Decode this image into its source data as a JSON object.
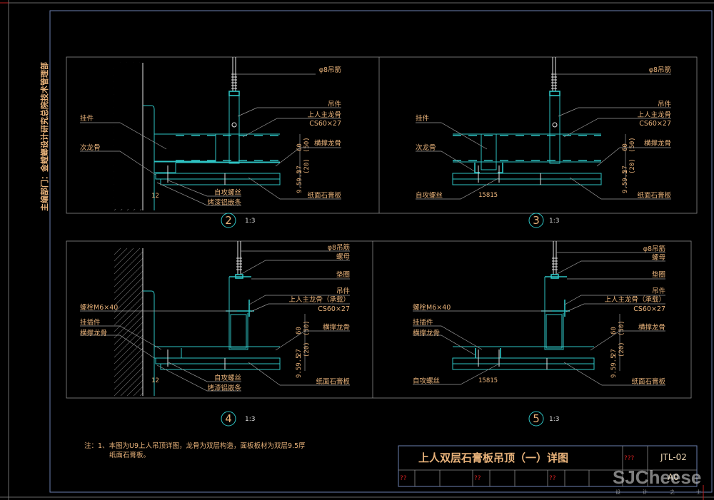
{
  "side_label": "主编部门：金螳螂设计研究总院技术管理部",
  "details": [
    {
      "id": "2",
      "scale": "1:3",
      "left_labels": [
        "挂件",
        "次龙骨"
      ],
      "right_labels": [
        "φ8吊筋",
        "吊件",
        "上人主龙骨",
        "CS60×27",
        "横撑龙骨",
        "纸面石膏板"
      ],
      "bottom_labels": [
        "自攻螺丝",
        "烤漆铝嵌条"
      ],
      "dims": {
        "d60": "60",
        "d50": "(50)",
        "d27": "27",
        "d20": "(20)",
        "d95a": "9.5",
        "d95b": "9.5",
        "edge": "12"
      }
    },
    {
      "id": "3",
      "scale": "1:3",
      "left_labels": [
        "挂件",
        "次龙骨",
        "自攻螺丝"
      ],
      "right_labels": [
        "φ8吊筋",
        "吊件",
        "上人主龙骨",
        "CS60×27",
        "横撑龙骨",
        "纸面石膏板"
      ],
      "dims": {
        "d60": "60",
        "d50": "(50)",
        "d27": "27",
        "d20": "(20)",
        "d95a": "9.5",
        "d95b": "9.5",
        "gap": "15815"
      }
    },
    {
      "id": "4",
      "scale": "1:3",
      "left_labels": [
        "螺栓M6×40",
        "挂插件",
        "横撑龙骨"
      ],
      "right_labels": [
        "φ8吊筋",
        "螺母",
        "垫圈",
        "吊件",
        "上人主龙骨（承载）",
        "CS60×27",
        "横撑龙骨",
        "纸面石膏板"
      ],
      "bottom_labels": [
        "自攻螺丝",
        "烤漆铝嵌条"
      ],
      "dims": {
        "d60": "60",
        "d50": "(50)",
        "d27": "27",
        "d20": "(20)",
        "d95a": "9.5",
        "d95b": "9.5",
        "edge": "12"
      }
    },
    {
      "id": "5",
      "scale": "1:3",
      "left_labels": [
        "螺栓M6×40",
        "挂插件",
        "横撑龙骨",
        "自攻螺丝"
      ],
      "right_labels": [
        "φ8吊筋",
        "螺母",
        "垫圈",
        "吊件",
        "上人主龙骨（承载）",
        "CS60×27",
        "横撑龙骨",
        "纸面石膏板"
      ],
      "dims": {
        "d60": "60",
        "d50": "(50)",
        "d27": "27",
        "d20": "(20)",
        "d95a": "9.5",
        "d95b": "9.5",
        "gap": "15815"
      }
    }
  ],
  "note": {
    "line1": "注：1、本图为U9上人吊顶详图，龙骨为双层构造，面板板材为双层9.5厚",
    "line2": "纸面石膏板。"
  },
  "title_block": {
    "title": "上人双层石膏板吊顶（一）详图",
    "code": "JTL-02",
    "placeholder3": "???",
    "placeholder2": "??",
    "cell_a": "A0"
  },
  "watermark": {
    "brand": "SJCheese",
    "sub": [
      "设",
      "计",
      "之",
      "士"
    ]
  }
}
